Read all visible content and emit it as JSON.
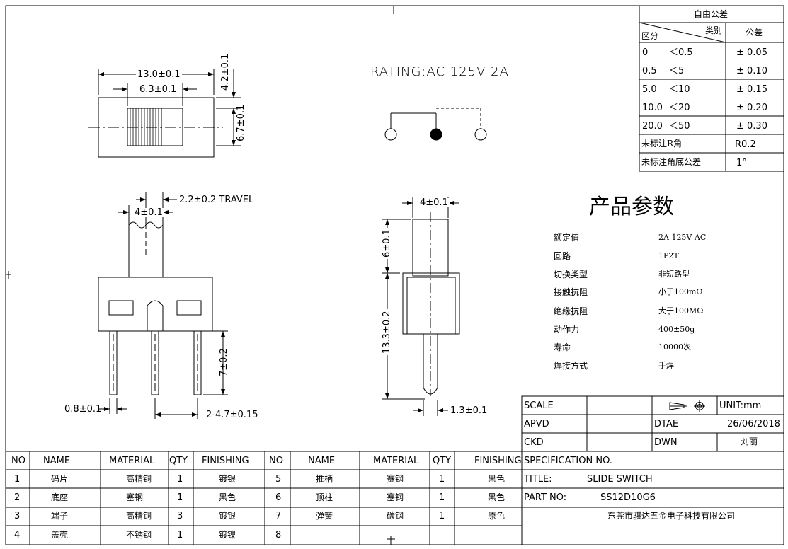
{
  "drawing": {
    "dims_top": {
      "width": "13.0±0.1",
      "inner": "6.3±0.1",
      "height_top": "4.2±0.1",
      "height": "6.7±0.1"
    },
    "dims_side": {
      "travel": "2.2±0.2 TRAVEL",
      "knob": "4±0.1",
      "pin_len": "7±0.2",
      "pin_w": "0.8±0.1",
      "pitch": "2-4.7±0.15"
    },
    "dims_end": {
      "knob": "4±0.1",
      "knob_h": "6±0.1",
      "body_h": "13.3±0.2",
      "pin_w": "1.3±0.1"
    },
    "rating": "RATING:AC 125V 2A"
  },
  "tolerance": {
    "title": "自由公差",
    "header_cat": "类别",
    "header_zone": "区分",
    "header_tol": "公差",
    "rows": [
      {
        "a": "0",
        "b": "＜0.5",
        "tol": "± 0.05"
      },
      {
        "a": "0.5",
        "b": "＜5",
        "tol": "± 0.10"
      },
      {
        "a": "5.0",
        "b": "＜10",
        "tol": "± 0.15"
      },
      {
        "a": "10.0",
        "b": "＜20",
        "tol": "± 0.20"
      },
      {
        "a": "20.0",
        "b": "＜50",
        "tol": "± 0.30"
      }
    ],
    "radius_label": "未标注R角",
    "radius_value": "R0.2",
    "angle_label": "未标注角底公差",
    "angle_value": "1°"
  },
  "params": {
    "title": "产品参数",
    "rows": [
      {
        "k": "额定值",
        "v": "2A 125V AC"
      },
      {
        "k": "回路",
        "v": "1P2T"
      },
      {
        "k": "切换类型",
        "v": "非短路型"
      },
      {
        "k": "接触抗阻",
        "v": "小于100mΩ"
      },
      {
        "k": "绝缘抗阻",
        "v": "大于100MΩ"
      },
      {
        "k": "动作力",
        "v": "400±50g"
      },
      {
        "k": "寿命",
        "v": "10000次"
      },
      {
        "k": "焊接方式",
        "v": "手焊"
      }
    ]
  },
  "titleblock": {
    "scale": "SCALE",
    "unit": "UNIT:mm",
    "apvd": "APVD",
    "dtae": "DTAE",
    "date": "26/06/2018",
    "ckd": "CKD",
    "dwn": "DWN",
    "drawer": "刘丽",
    "spec": "SPECIFICATION NO.",
    "title_label": "TITLE:",
    "title_value": "SLIDE SWITCH",
    "part_label": "PART NO:",
    "part_value": "SS12D10G6",
    "company": "东莞市骐达五金电子科技有限公司"
  },
  "bom": {
    "headers": [
      "NO",
      "NAME",
      "MATERIAL",
      "QTY",
      "FINISHING"
    ],
    "left": [
      {
        "no": "1",
        "name": "码片",
        "mat": "高精铜",
        "qty": "1",
        "fin": "镀银"
      },
      {
        "no": "2",
        "name": "底座",
        "mat": "塞钢",
        "qty": "1",
        "fin": "黑色"
      },
      {
        "no": "3",
        "name": "端子",
        "mat": "高精铜",
        "qty": "3",
        "fin": "镀银"
      },
      {
        "no": "4",
        "name": "盖壳",
        "mat": "不锈钢",
        "qty": "1",
        "fin": "镀镍"
      }
    ],
    "right": [
      {
        "no": "5",
        "name": "推柄",
        "mat": "赛钢",
        "qty": "1",
        "fin": "黑色"
      },
      {
        "no": "6",
        "name": "顶柱",
        "mat": "塞钢",
        "qty": "1",
        "fin": "黑色"
      },
      {
        "no": "7",
        "name": "弹簧",
        "mat": "碳钢",
        "qty": "1",
        "fin": "原色"
      },
      {
        "no": "8",
        "name": "",
        "mat": "",
        "qty": "",
        "fin": ""
      }
    ]
  }
}
